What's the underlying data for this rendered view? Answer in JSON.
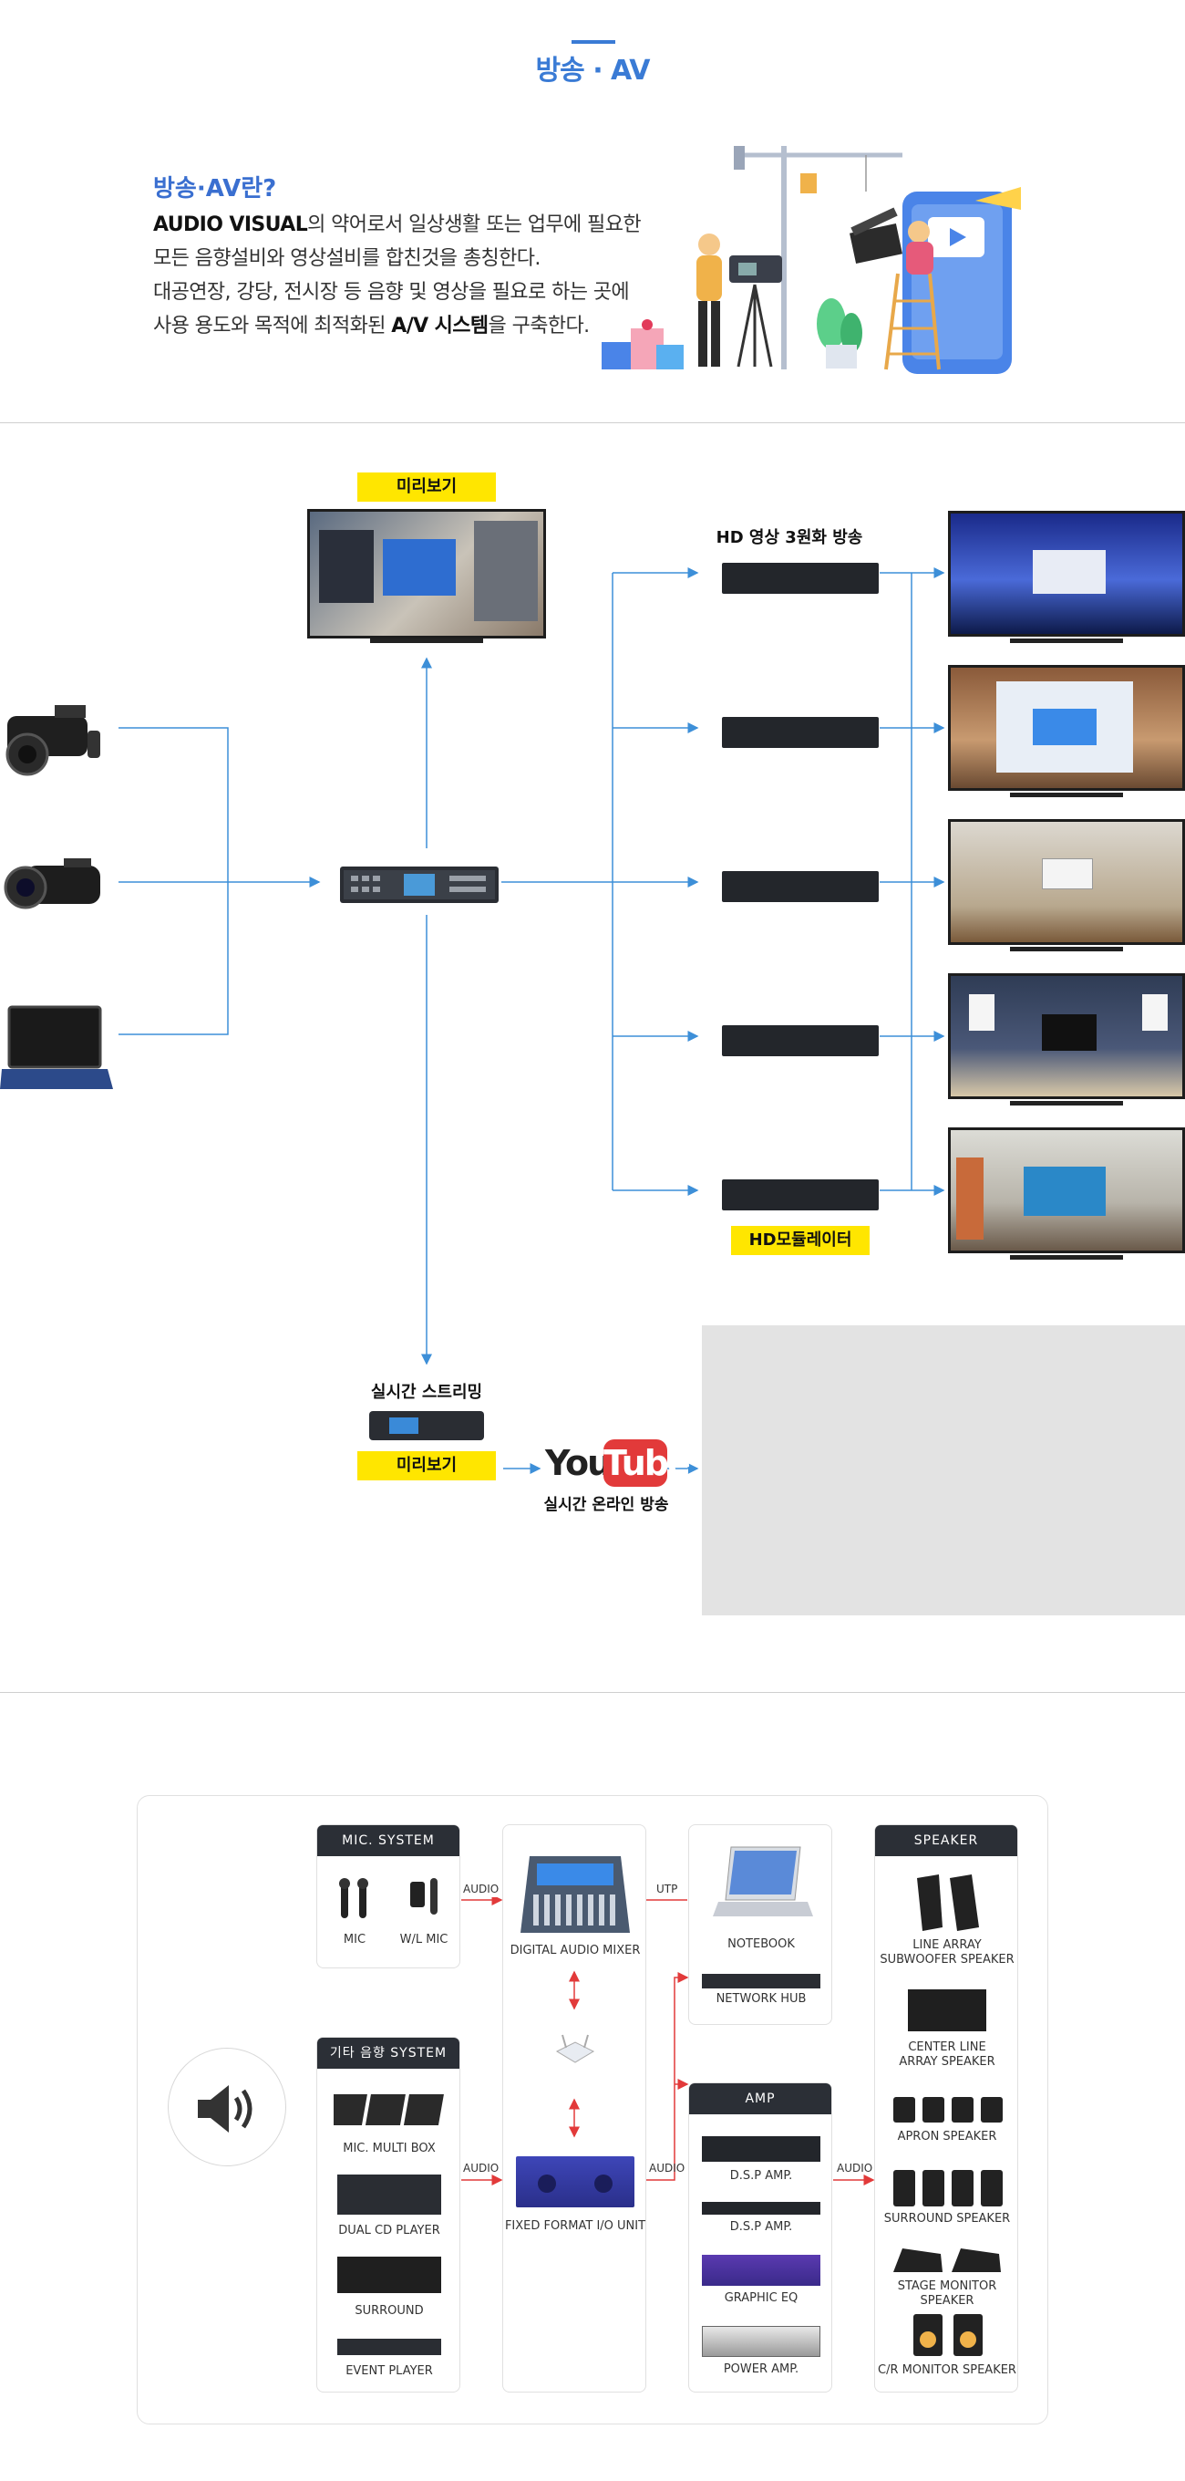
{
  "header": {
    "title": "방송 · AV"
  },
  "intro": {
    "heading": "방송·AV란?",
    "line1_bold": "AUDIO VISUAL",
    "line1_rest": "의 약어로서 일상생활 또는 업무에 필요한",
    "line2": "모든 음향설비와 영상설비를 합친것을 총칭한다.",
    "line3": "대공연장, 강당, 전시장 등 음향 및 영상을 필요로 하는 곳에",
    "line4_pre": "사용 용도와 목적에 최적화된 ",
    "line4_bold": "A/V 시스템",
    "line4_post": "을 구축한다."
  },
  "broadcast": {
    "preview_label": "미리보기",
    "hd_label": "HD 영상 3원화 방송",
    "modulator_label": "HD모듈레이터",
    "stream_label": "실시간 스트리밍",
    "stream_preview_label": "미리보기",
    "youtube_you": "You",
    "youtube_tube": "Tube",
    "online_label": "실시간 온라인 방송"
  },
  "audio_system": {
    "mic_system": {
      "title": "MIC. SYSTEM",
      "mic": "MIC",
      "wl_mic": "W/L MIC"
    },
    "other_system": {
      "title": "기타 음향 SYSTEM",
      "items": [
        "MIC. MULTI BOX",
        "DUAL CD PLAYER",
        "SURROUND",
        "EVENT PLAYER"
      ]
    },
    "mixer": {
      "digital": "DIGITAL AUDIO MIXER",
      "io": "FIXED FORMAT I/O UNIT"
    },
    "network": {
      "notebook": "NOTEBOOK",
      "hub": "NETWORK HUB"
    },
    "amp": {
      "title": "AMP",
      "items": [
        "D.S.P AMP.",
        "D.S.P AMP.",
        "GRAPHIC EQ",
        "POWER AMP."
      ]
    },
    "speaker": {
      "title": "SPEAKER",
      "items": [
        "LINE ARRAY\nSUBWOOFER SPEAKER",
        "CENTER LINE\nARRAY SPEAKER",
        "APRON SPEAKER",
        "SURROUND SPEAKER",
        "STAGE MONITOR SPEAKER",
        "C/R MONITOR SPEAKER"
      ]
    },
    "tags": {
      "audio1": "AUDIO",
      "utp": "UTP",
      "audio2": "AUDIO",
      "audio3": "AUDIO",
      "audio4": "AUDIO"
    }
  },
  "colors": {
    "accent": "#3a7bd5",
    "line": "#3d8fd8",
    "red": "#e23a3a",
    "yellow": "#ffe600"
  }
}
